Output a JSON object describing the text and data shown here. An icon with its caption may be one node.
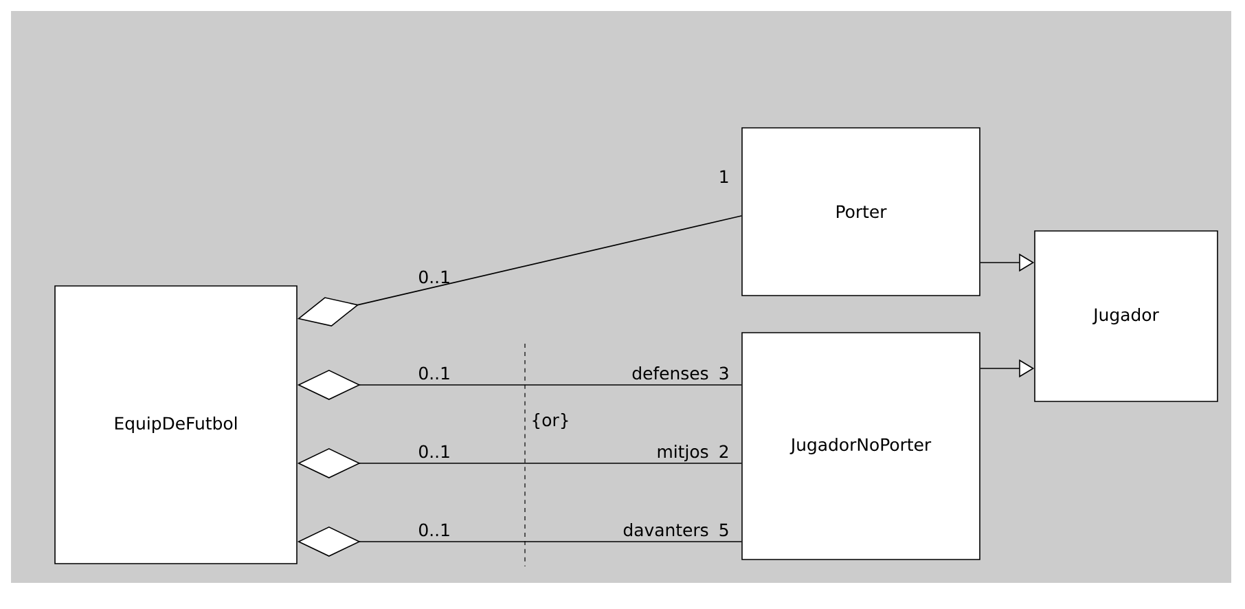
{
  "diagram": {
    "nodes": [
      {
        "text": [
          "EquipDeFutbol"
        ]
      },
      {
        "text": [
          "Porter"
        ]
      },
      {
        "text": [
          "JugadorNoPorter"
        ]
      },
      {
        "text": [
          "Jugador"
        ]
      }
    ],
    "edges": [
      {
        "from": 0,
        "to": 1,
        "arrow": "other"
      },
      {
        "from": 0,
        "to": 2,
        "arrow": "other"
      },
      {
        "from": 0,
        "to": 2,
        "arrow": "other"
      },
      {
        "from": 0,
        "to": 2,
        "arrow": "other"
      },
      {
        "from": 1,
        "to": 3,
        "arrow": "to"
      },
      {
        "from": 2,
        "to": 3,
        "arrow": "to"
      }
    ],
    "labels": [
      "1",
      "0..1",
      "0..1",
      "defenses",
      "3",
      "{or}",
      "0..1",
      "mitjos",
      "2",
      "0..1",
      "davanters",
      "5"
    ]
  }
}
